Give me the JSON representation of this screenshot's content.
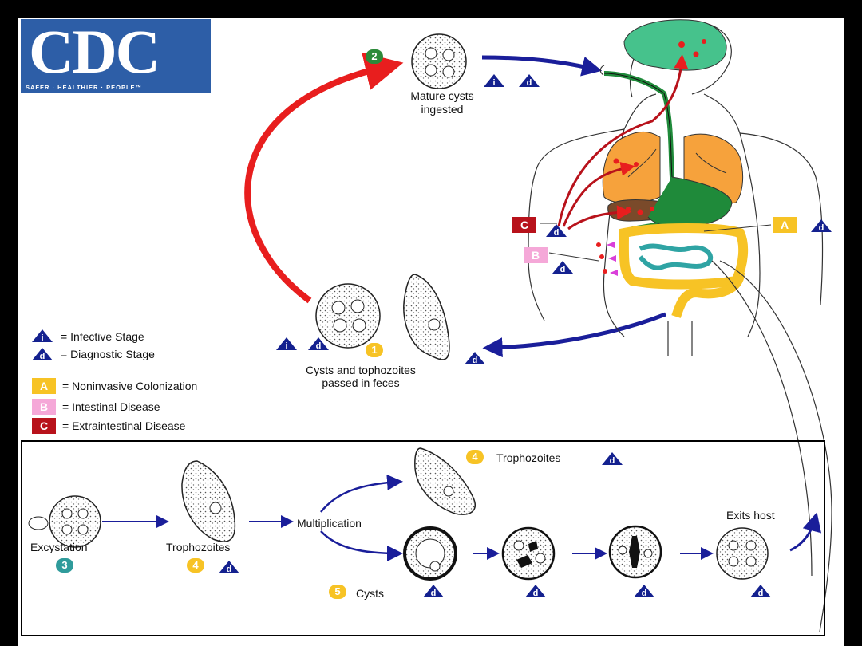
{
  "logo": {
    "text": "CDC",
    "tagline": "SAFER · HEALTHIER · PEOPLE™"
  },
  "stages": {
    "s1": {
      "number": "1",
      "label_line1": "Cysts and tophozoites",
      "label_line2": "passed in feces"
    },
    "s2": {
      "number": "2",
      "label_line1": "Mature cysts",
      "label_line2": "ingested"
    },
    "s3": {
      "number": "3",
      "label": "Excystation"
    },
    "s4a": {
      "number": "4",
      "label": "Trophozoites"
    },
    "s4b": {
      "number": "4",
      "label": "Trophozoites"
    },
    "multiplication": "Multiplication",
    "s5": {
      "number": "5",
      "label": "Cysts"
    },
    "exits": "Exits host"
  },
  "symbols": {
    "infective": "i",
    "diagnostic": "d",
    "A": "A",
    "B": "B",
    "C": "C"
  },
  "legend": {
    "infective": "= Infective Stage",
    "diagnostic": "= Diagnostic Stage",
    "A": "= Noninvasive Colonization",
    "B": "= Intestinal Disease",
    "C": "= Extraintestinal Disease"
  },
  "colors": {
    "arrow_red": "#e81e1e",
    "arrow_blue": "#1a1e9a",
    "triangle_blue": "#14218f",
    "box_A": "#f7c325",
    "box_B": "#f5a8d8",
    "box_C": "#b8121b",
    "lung": "#f6a23c",
    "brain": "#46c28c",
    "gut_green": "#1f8a3a",
    "colon_yellow": "#f7c325",
    "small_intestine": "#2fa4a4",
    "liver": "#7a4a2a"
  }
}
